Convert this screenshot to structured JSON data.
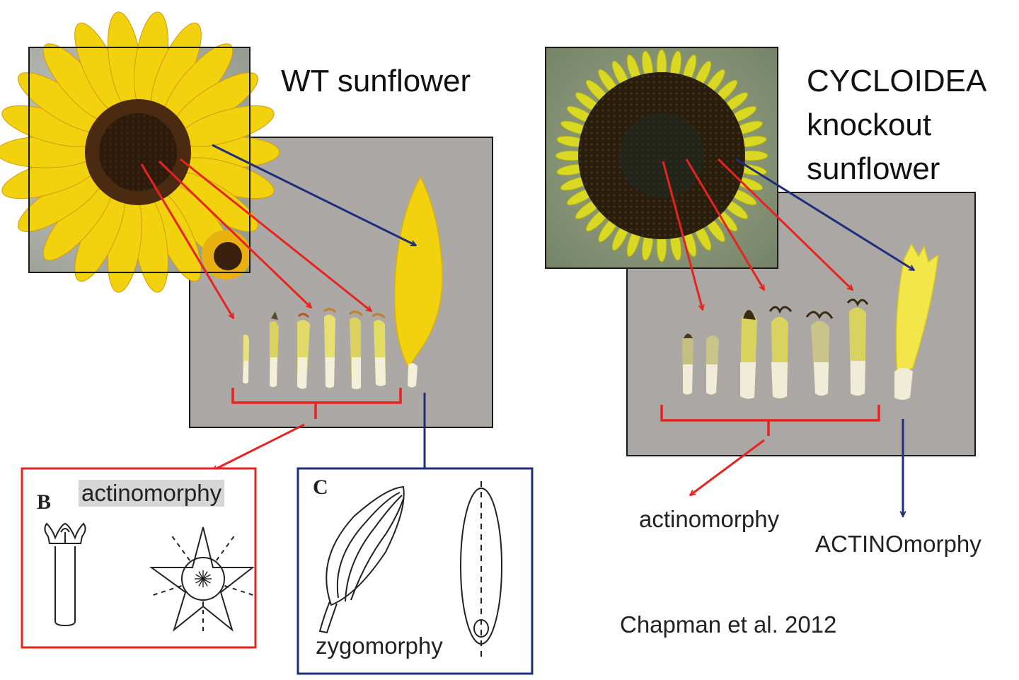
{
  "wt": {
    "title": "WT sunflower"
  },
  "cyc": {
    "title_lines": [
      "CYCLOIDEA",
      "knockout",
      "sunflower"
    ]
  },
  "panel_b": {
    "letter": "B",
    "label": "actinomorphy"
  },
  "panel_c": {
    "letter": "C",
    "label": "zygomorphy"
  },
  "right_labels": {
    "disc": "actinomorphy",
    "ray": "ACTINOmorphy"
  },
  "citation": "Chapman et al. 2012",
  "colors": {
    "red_arrow": "#e8231f",
    "blue_arrow": "#1f2e7a",
    "petal_yellow": "#f2d10f",
    "gray_bg": "#aaa6a4"
  },
  "icons": [
    "sunflower-photo",
    "floret-photo",
    "disc-floret-icon",
    "star-symmetry-icon",
    "ray-petal-icon",
    "ray-symmetry-icon"
  ]
}
